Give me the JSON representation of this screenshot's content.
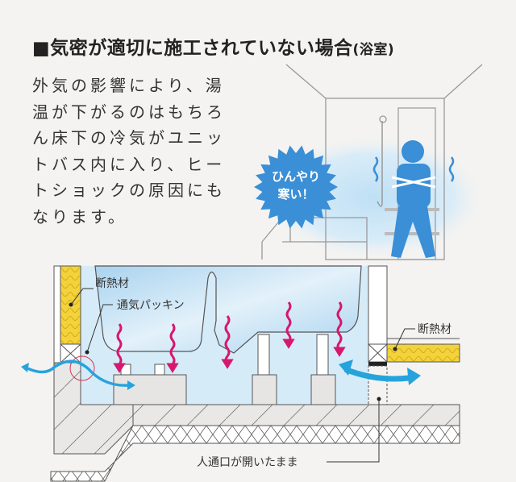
{
  "title": {
    "main": "■気密が適切に施工されていない場合",
    "sub": "(浴室)"
  },
  "description_lines": [
    "外気の影響により、湯",
    "温が下がるのはもちろ",
    "ん床下の冷気がユニッ",
    "トバス内に入り、ヒー",
    "トショックの原因にも",
    "なります。"
  ],
  "callout": {
    "line1": "ひんやり",
    "line2": "寒い！"
  },
  "labels": {
    "insulation_left": "断熱材",
    "vent_packing": "通気パッキン",
    "insulation_right": "断熱材",
    "access_hole": "人通口が開いたまま"
  },
  "colors": {
    "cold_arrow": "#d6186e",
    "air_flow": "#27a3dc",
    "person": "#3a8fd6",
    "insulation": "#f3d23a"
  }
}
